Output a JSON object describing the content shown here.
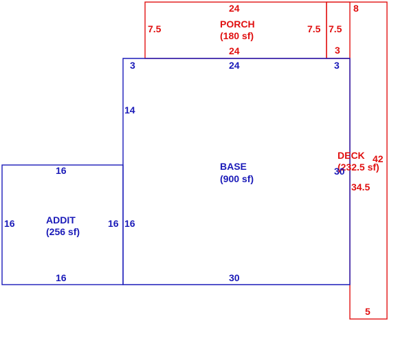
{
  "areas": {
    "porch": {
      "name": "PORCH",
      "area": "(180 sf)",
      "color": "#e01010"
    },
    "deck": {
      "name": "DECK",
      "area": "(232.5 sf)",
      "color": "#e01010"
    },
    "base": {
      "name": "BASE",
      "area": "(900 sf)",
      "color": "#1a1ab8"
    },
    "addit": {
      "name": "ADDIT",
      "area": "(256 sf)",
      "color": "#1a1ab8"
    }
  },
  "dimensions": {
    "porch_top": "24",
    "porch_bottom": "24",
    "porch_left": "7.5",
    "porch_right": "7.5",
    "deck_top": "8",
    "deck_left_upper": "7.5",
    "deck_small": "3",
    "deck_right": "42",
    "deck_left": "34.5",
    "deck_bottom": "5",
    "base_top_left": "3",
    "base_top": "24",
    "base_top_right": "3",
    "base_left_upper": "14",
    "base_left_lower": "16",
    "base_right": "30",
    "base_bottom": "30",
    "addit_top": "16",
    "addit_left": "16",
    "addit_right": "16",
    "addit_bottom": "16"
  }
}
